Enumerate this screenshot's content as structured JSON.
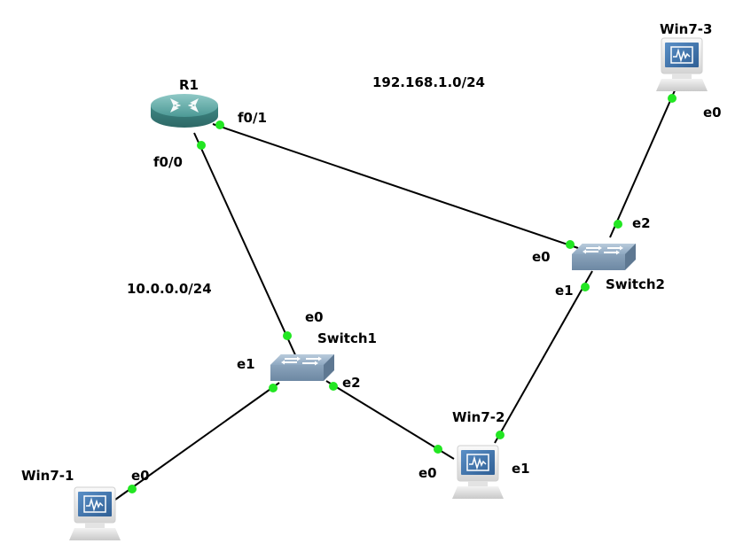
{
  "diagram": {
    "title": "GNS3 topology",
    "networks": [
      {
        "id": "net-192",
        "label": "192.168.1.0/24"
      },
      {
        "id": "net-10",
        "label": "10.0.0.0/24"
      }
    ],
    "nodes": [
      {
        "id": "R1",
        "label": "R1",
        "type": "router"
      },
      {
        "id": "Switch1",
        "label": "Switch1",
        "type": "switch"
      },
      {
        "id": "Switch2",
        "label": "Switch2",
        "type": "switch"
      },
      {
        "id": "Win7-1",
        "label": "Win7-1",
        "type": "host"
      },
      {
        "id": "Win7-2",
        "label": "Win7-2",
        "type": "host"
      },
      {
        "id": "Win7-3",
        "label": "Win7-3",
        "type": "host"
      }
    ],
    "links": [
      {
        "from": "R1",
        "from_port": "f0/0",
        "to": "Switch1",
        "to_port": "e0"
      },
      {
        "from": "R1",
        "from_port": "f0/1",
        "to": "Switch2",
        "to_port": "e0"
      },
      {
        "from": "Switch1",
        "from_port": "e1",
        "to": "Win7-1",
        "to_port": "e0"
      },
      {
        "from": "Switch1",
        "from_port": "e2",
        "to": "Win7-2",
        "to_port": "e0"
      },
      {
        "from": "Switch2",
        "from_port": "e1",
        "to": "Win7-2",
        "to_port": "e1"
      },
      {
        "from": "Switch2",
        "from_port": "e2",
        "to": "Win7-3",
        "to_port": "e0"
      }
    ],
    "port_labels": {
      "r1_f00": "f0/0",
      "r1_f01": "f0/1",
      "sw1_e0": "e0",
      "sw1_e1": "e1",
      "sw1_e2": "e2",
      "sw2_e0": "e0",
      "sw2_e1": "e1",
      "sw2_e2": "e2",
      "w1_e0": "e0",
      "w2_e0": "e0",
      "w2_e1": "e1",
      "w3_e0": "e0"
    },
    "colors": {
      "link": "#000000",
      "port_up": "#22e622",
      "router": "#3f8f8c",
      "switch": "#7d99b3",
      "screen": "#3c6fa8"
    }
  }
}
